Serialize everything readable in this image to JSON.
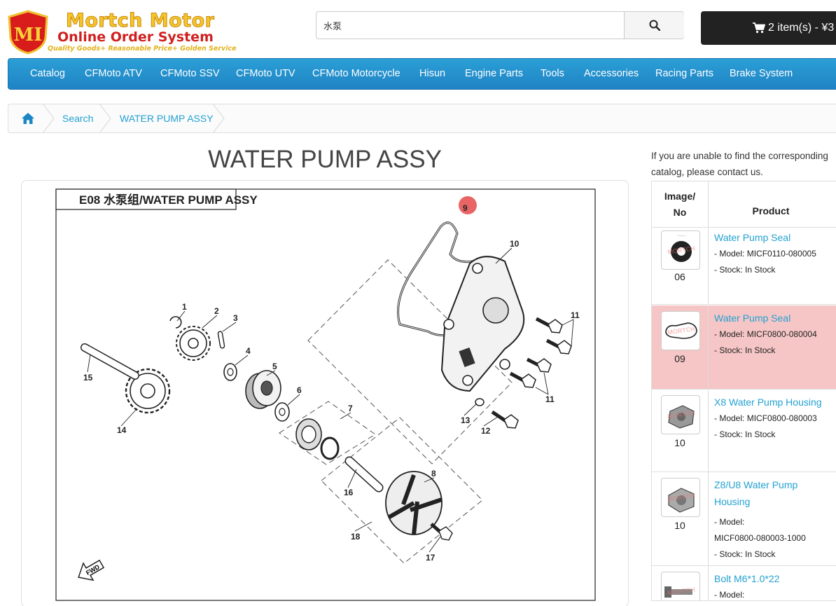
{
  "brand": {
    "badge": "MI",
    "title": "Mortch Motor",
    "subtitle": "Online Order System",
    "slogan": "Quality Goods+ Reasonable Price+ Golden Service"
  },
  "search": {
    "value": "水泵",
    "icon": "search-icon"
  },
  "cart": {
    "label": "2 item(s) - ¥3",
    "icon": "shopping-cart-icon"
  },
  "nav": [
    "Catalog",
    "CFMoto ATV",
    "CFMoto SSV",
    "CFMoto UTV",
    "CFMoto Motorcycle",
    "Hisun",
    "Engine Parts",
    "Tools",
    "Accessories",
    "Racing Parts",
    "Brake System"
  ],
  "breadcrumb": {
    "home_icon": "home-icon",
    "items": [
      "Search",
      "WATER PUMP ASSY"
    ]
  },
  "page_title": "WATER PUMP ASSY",
  "diagram": {
    "title": "E08 水泵组/WATER PUMP ASSY",
    "highlight": "9",
    "callouts": [
      "1",
      "2",
      "3",
      "4",
      "5",
      "6",
      "7",
      "8",
      "9",
      "10",
      "11",
      "11",
      "12",
      "13",
      "14",
      "15",
      "16",
      "17",
      "18"
    ],
    "fwd": "FWD"
  },
  "notice": {
    "line1": "If you are unable to find the corresponding",
    "line2": "catalog, please contact us."
  },
  "table": {
    "header_image_line1": "Image/",
    "header_image_line2": "No",
    "header_product": "Product",
    "model_prefix": "- Model:",
    "stock_prefix": "- Stock:",
    "rows": [
      {
        "no": "06",
        "name": "Water Pump Seal",
        "model": "MICF0110-080005",
        "stock": "In Stock",
        "highlighted": false
      },
      {
        "no": "09",
        "name": "Water Pump Seal",
        "model": "MICF0800-080004",
        "stock": "In Stock",
        "highlighted": true
      },
      {
        "no": "10",
        "name": "X8 Water Pump Housing",
        "model": "MICF0800-080003",
        "stock": "In Stock",
        "highlighted": false
      },
      {
        "no": "10",
        "name_line1": "Z8/U8 Water Pump",
        "name_line2": "Housing",
        "model": "MICF0800-080003-1000",
        "stock": "In Stock",
        "highlighted": false
      },
      {
        "no": "",
        "name": "Bolt M6*1.0*22",
        "model": "",
        "stock": "",
        "highlighted": false
      }
    ],
    "watermark": "MORTCH"
  }
}
